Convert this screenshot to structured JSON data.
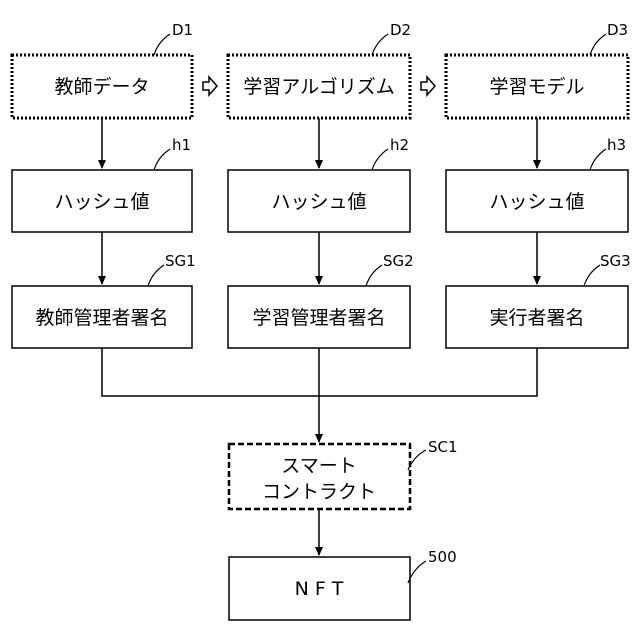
{
  "columns": [
    {
      "data": {
        "label": "教師データ",
        "ref": "D1"
      },
      "hash": {
        "label": "ハッシュ値",
        "ref": "h1"
      },
      "sign": {
        "label": "教師管理者署名",
        "ref": "SG1"
      }
    },
    {
      "data": {
        "label": "学習アルゴリズム",
        "ref": "D2"
      },
      "hash": {
        "label": "ハッシュ値",
        "ref": "h2"
      },
      "sign": {
        "label": "学習管理者署名",
        "ref": "SG2"
      }
    },
    {
      "data": {
        "label": "学習モデル",
        "ref": "D3"
      },
      "hash": {
        "label": "ハッシュ値",
        "ref": "h3"
      },
      "sign": {
        "label": "実行者署名",
        "ref": "SG3"
      }
    }
  ],
  "contract": {
    "line1": "スマート",
    "line2": "コントラクト",
    "ref": "SC1"
  },
  "nft": {
    "label": "N F T",
    "ref": "500"
  }
}
